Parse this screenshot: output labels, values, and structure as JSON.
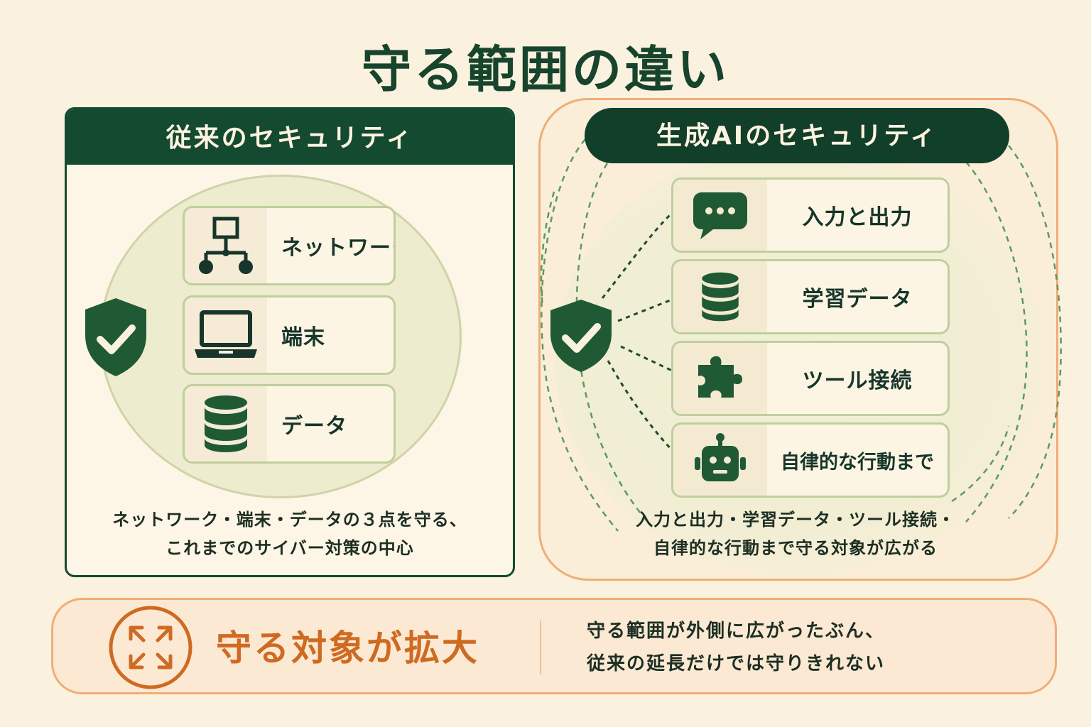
{
  "title": "守る範囲の違い",
  "left": {
    "header": "従来のセキュリティ",
    "items": [
      {
        "label": "ネットワーク",
        "icon": "network-icon"
      },
      {
        "label": "端末",
        "icon": "laptop-icon"
      },
      {
        "label": "データ",
        "icon": "database-icon"
      }
    ],
    "caption_line1": "ネットワーク・端末・データの３点を守る、",
    "caption_line2": "これまでのサイバー対策の中心"
  },
  "right": {
    "header": "生成AIのセキュリティ",
    "items": [
      {
        "label": "入力と出力",
        "icon": "chat-bubble-icon"
      },
      {
        "label": "学習データ",
        "icon": "database-icon"
      },
      {
        "label": "ツール接続",
        "icon": "puzzle-icon"
      },
      {
        "label": "自律的な行動まで",
        "icon": "robot-icon"
      }
    ],
    "caption_line1": "入力と出力・学習データ・ツール接続・",
    "caption_line2": "自律的な行動まで守る対象が広がる"
  },
  "banner": {
    "title": "守る対象が拡大",
    "text_line1": "守る範囲が外側に広がったぶん、",
    "text_line2": "従来の延長だけでは守りきれない",
    "icon": "expand-arrows-icon"
  },
  "colors": {
    "background": "#fbf1df",
    "dark_green": "#144a2f",
    "accent_orange": "#cf6a22",
    "border_orange": "#f0ad78",
    "card_border": "#bfcf9c"
  }
}
